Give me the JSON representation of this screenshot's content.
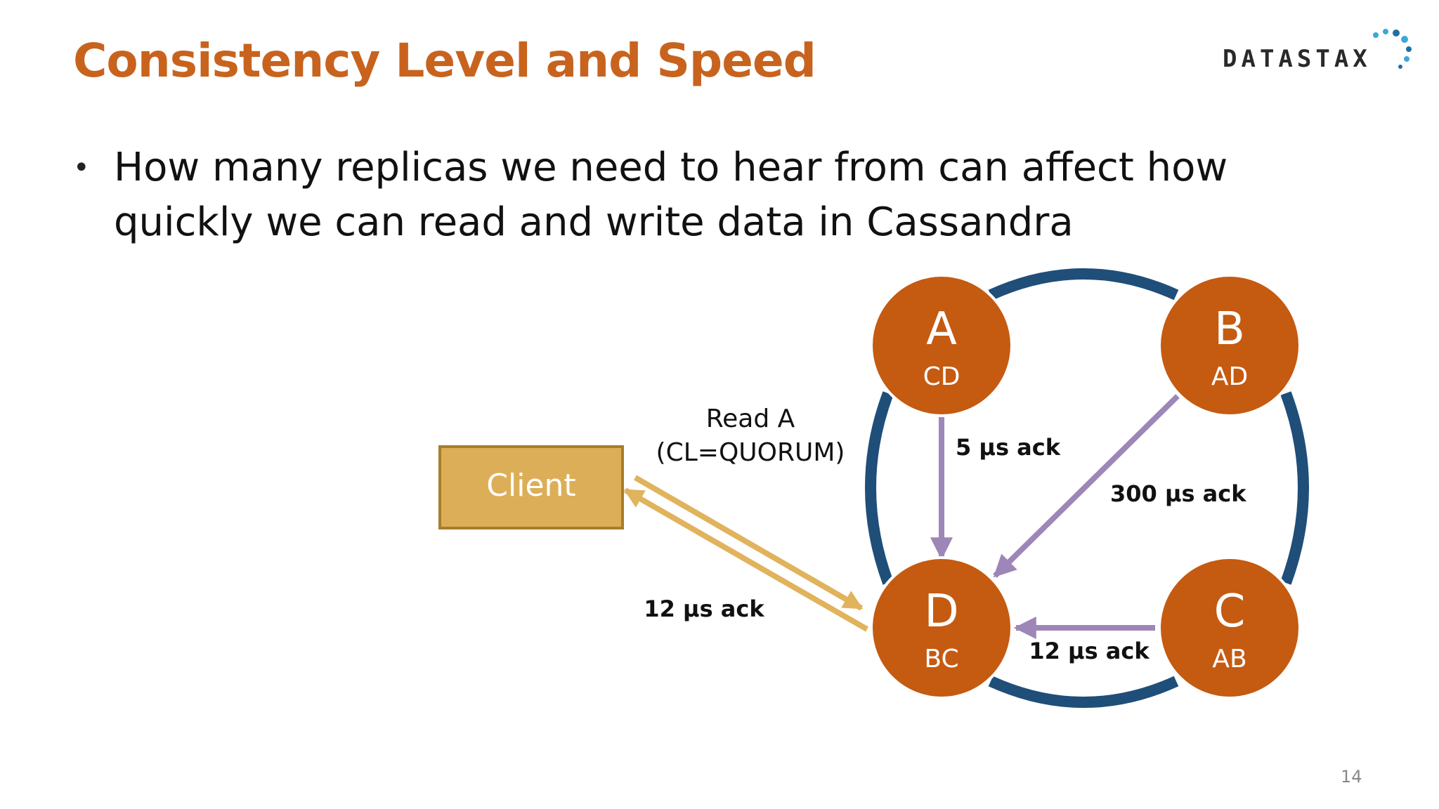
{
  "slide": {
    "title": "Consistency Level and Speed",
    "logo_text": "DATASTAX",
    "bullet": "How many replicas we need to hear from can affect how quickly we can read and write data in Cassandra",
    "page_number": "14"
  },
  "diagram": {
    "client_label": "Client",
    "request_label_line1": "Read A",
    "request_label_line2": "(CL=QUORUM)",
    "nodes": [
      {
        "id": "A",
        "letter": "A",
        "sub": "CD"
      },
      {
        "id": "B",
        "letter": "B",
        "sub": "AD"
      },
      {
        "id": "C",
        "letter": "C",
        "sub": "AB"
      },
      {
        "id": "D",
        "letter": "D",
        "sub": "BC"
      }
    ],
    "edges": [
      {
        "from": "A",
        "to": "D",
        "label": "5 μs ack"
      },
      {
        "from": "B",
        "to": "D",
        "label": "300 μs ack"
      },
      {
        "from": "C",
        "to": "D",
        "label": "12 μs ack"
      },
      {
        "from": "D",
        "to": "Client",
        "label": "12 μs ack"
      }
    ]
  },
  "colors": {
    "title": "#c8631e",
    "node_fill": "#c55a11",
    "ring": "#1f4e79",
    "client_fill": "#dcae57",
    "client_border": "#a77d2c",
    "client_arrow": "#e0b35c",
    "ack_arrow": "#9e86b8"
  }
}
